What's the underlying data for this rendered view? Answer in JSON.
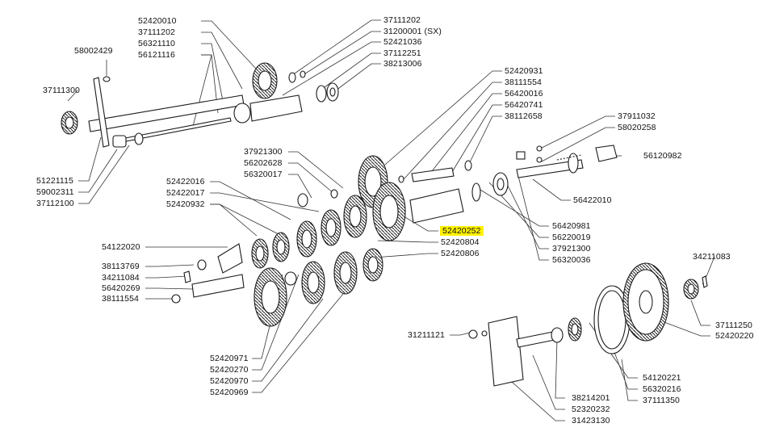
{
  "diagram": {
    "highlight_color": "#fff200",
    "line_color": "#333333",
    "labels": {
      "p52420010": "52420010",
      "p37111202a": "37111202",
      "p56321110": "56321110",
      "p56121116": "56121116",
      "p58002429": "58002429",
      "p37111300a": "37111300",
      "p51221115": "51221115",
      "p59002311": "59002311",
      "p37112100": "37112100",
      "p37111202b": "37111202",
      "p31200001": "31200001 (SX)",
      "p52421036": "52421036",
      "p37112251": "37112251",
      "p38213006": "38213006",
      "p52420931": "52420931",
      "p38111554a": "38111554",
      "p56420016": "56420016",
      "p56420741": "56420741",
      "p38112658": "38112658",
      "p37911032": "37911032",
      "p58020258": "58020258",
      "p56120982": "56120982",
      "p37921300a": "37921300",
      "p56202628": "56202628",
      "p56320017": "56320017",
      "p56422010": "56422010",
      "p52422016": "52422016",
      "p52422017": "52422017",
      "p52420932": "52420932",
      "p52420252": "52420252",
      "p52420804": "52420804",
      "p52420806": "52420806",
      "p56420981": "56420981",
      "p56220019": "56220019",
      "p37921300b": "37921300",
      "p56320036": "56320036",
      "p54122020": "54122020",
      "p38113769": "38113769",
      "p34211084": "34211084",
      "p56420269": "56420269",
      "p38111554b": "38111554",
      "p34211083": "34211083",
      "p37111250": "37111250",
      "p52420220": "52420220",
      "p31211121": "31211121",
      "p52420971": "52420971",
      "p52420270": "52420270",
      "p52420970": "52420970",
      "p52420969": "52420969",
      "p54120221": "54120221",
      "p56320216": "56320216",
      "p37111350": "37111350",
      "p38214201": "38214201",
      "p52320232": "52320232",
      "p31423130": "31423130"
    }
  }
}
